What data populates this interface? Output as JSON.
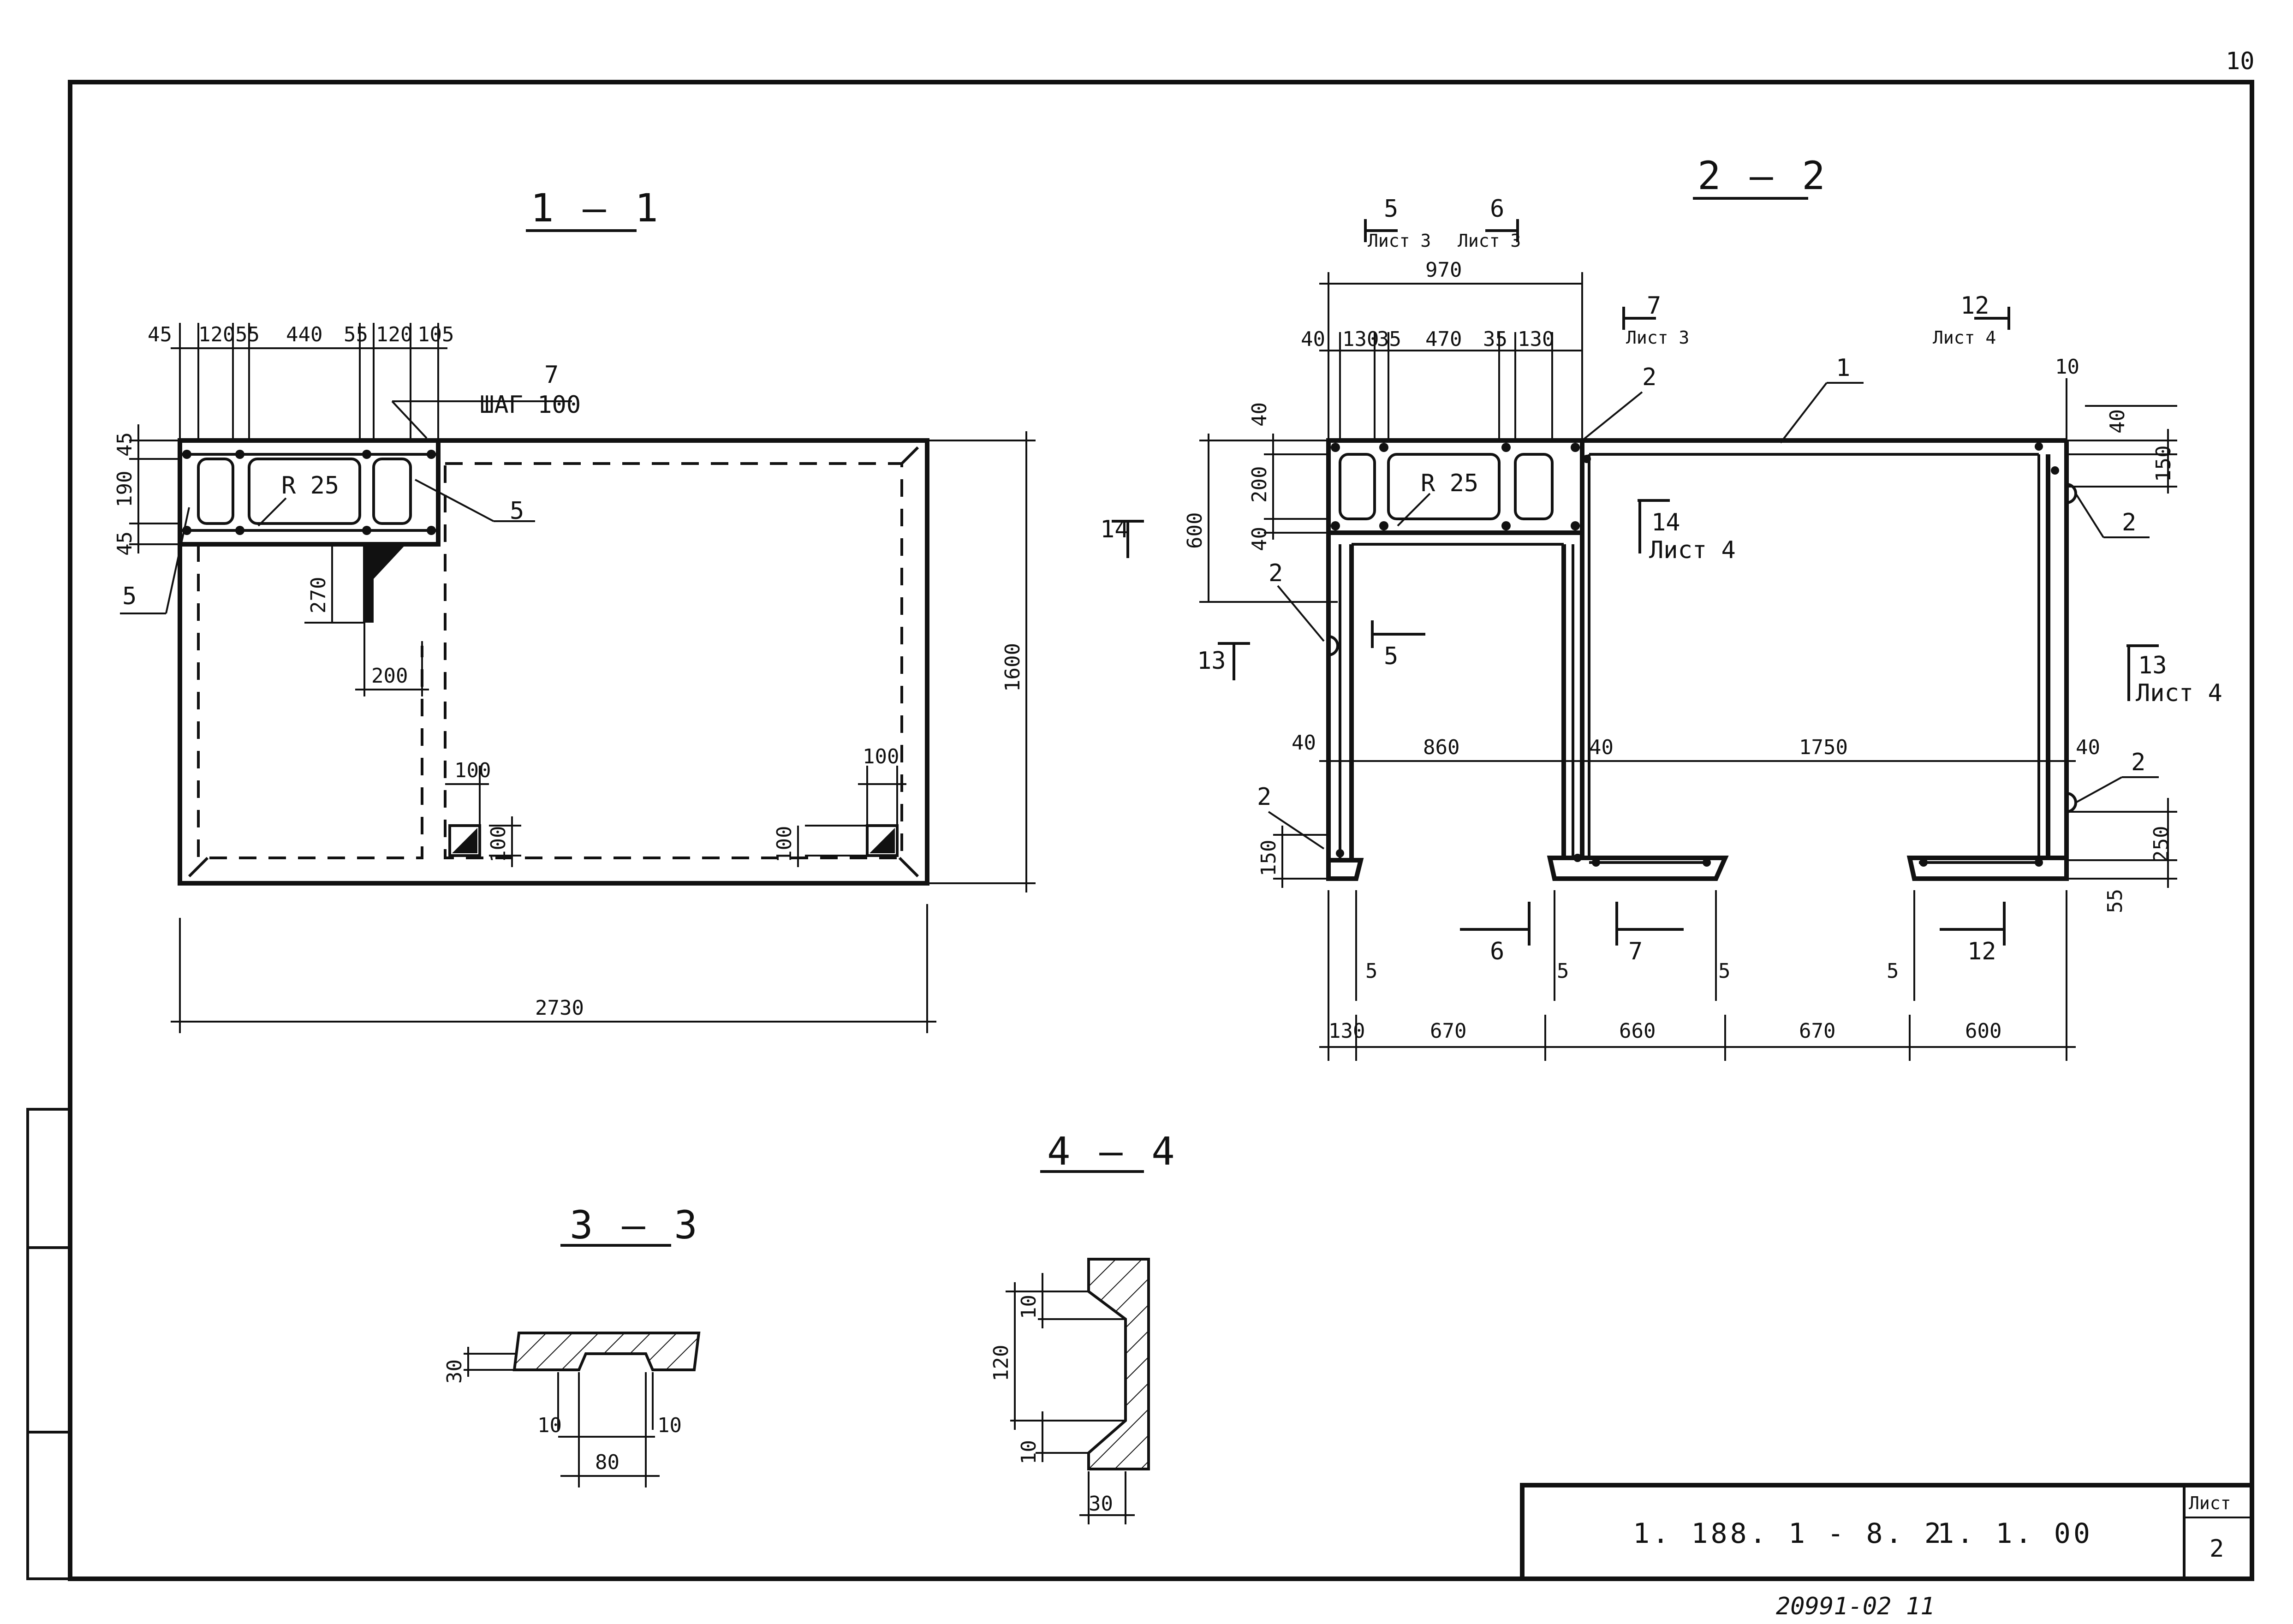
{
  "page": {
    "sheet_number": "10",
    "archive": "20991-02  11"
  },
  "stamp": {
    "code": "1. 188. 1  - 8. 2",
    "ref": "1. 1. 00",
    "sheet_label": "Лист",
    "sheet_value": "2"
  },
  "s11": {
    "title": "1 — 1",
    "top_dims": [
      "45",
      "120",
      "55",
      "440",
      "55",
      "120",
      "105"
    ],
    "left_dims": [
      "45",
      "190",
      "45"
    ],
    "radius": "R 25",
    "callout7": "7",
    "callout7_sub": "ШАГ 100",
    "callout5_left": "5",
    "callout5_right": "5",
    "d270": "270",
    "d200": "200",
    "d100a": "100",
    "d100b": "100",
    "d100c": "100",
    "d100d": "100",
    "width": "2730",
    "height": "1600"
  },
  "s22": {
    "title": "2 — 2",
    "ref5": "5",
    "ref5_sub": "Лист 3",
    "ref6": "6",
    "ref6_sub": "Лист 3",
    "ref7": "7",
    "ref7_sub": "Лист 3",
    "ref12": "12",
    "ref12_sub": "Лист 4",
    "ref14": "14",
    "ref14_sub": "Лист 4",
    "ref13": "13",
    "ref13_sub": "Лист 4",
    "left14": "14",
    "left13": "13",
    "d970": "970",
    "top_dims": [
      "40",
      "130",
      "35",
      "470",
      "35",
      "130"
    ],
    "left_dims": [
      "40",
      "200",
      "40"
    ],
    "d600": "600",
    "radius": "R 25",
    "m1": "1",
    "m2a": "2",
    "m2b": "2",
    "m2c": "2",
    "m2d": "2",
    "m2e": "2",
    "d10": "10",
    "d40r": "40",
    "d150r": "150",
    "mid_dims": [
      "40",
      "860",
      "40",
      "1750",
      "40"
    ],
    "d150l": "150",
    "d250": "250",
    "d55": "55",
    "gaps": [
      "5",
      "5",
      "5",
      "5"
    ],
    "bottom_dims": [
      "130",
      "670",
      "660",
      "670",
      "600"
    ],
    "cut5": "5",
    "cut6": "6",
    "cut7": "7",
    "cut12": "12"
  },
  "s33": {
    "title": "3 — 3",
    "d30": "30",
    "d10a": "10",
    "d10b": "10",
    "d80": "80"
  },
  "s44": {
    "title": "4 — 4",
    "d10a": "10",
    "d120": "120",
    "d10b": "10",
    "d30": "30"
  }
}
